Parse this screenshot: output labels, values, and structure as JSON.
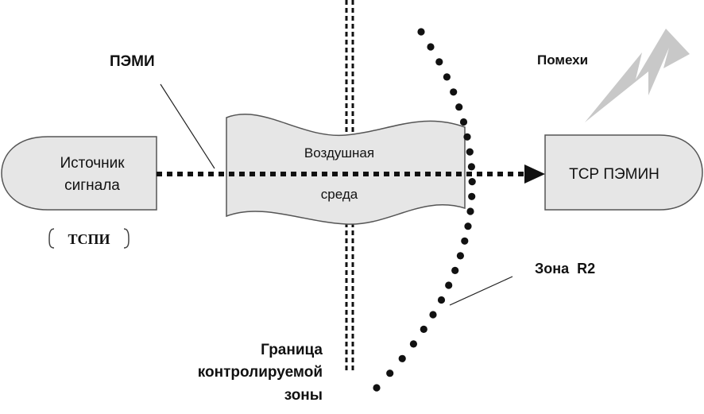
{
  "labels": {
    "pemi": "ПЭМИ",
    "source_line1": "Источник",
    "source_line2": "сигнала",
    "tspi": "ТСПИ",
    "medium_line1": "Воздушная",
    "medium_line2": "среда",
    "receiver": "ТСР ПЭМИН",
    "interference": "Помехи",
    "zone": "Зона  R2",
    "boundary_line1": "Граница",
    "boundary_line2": "контролируемой",
    "boundary_line3": "зоны"
  },
  "colors": {
    "shape_fill": "#e6e6e6",
    "stroke": "#555555",
    "ink": "#111111",
    "lightning": "#c8c8c8"
  }
}
